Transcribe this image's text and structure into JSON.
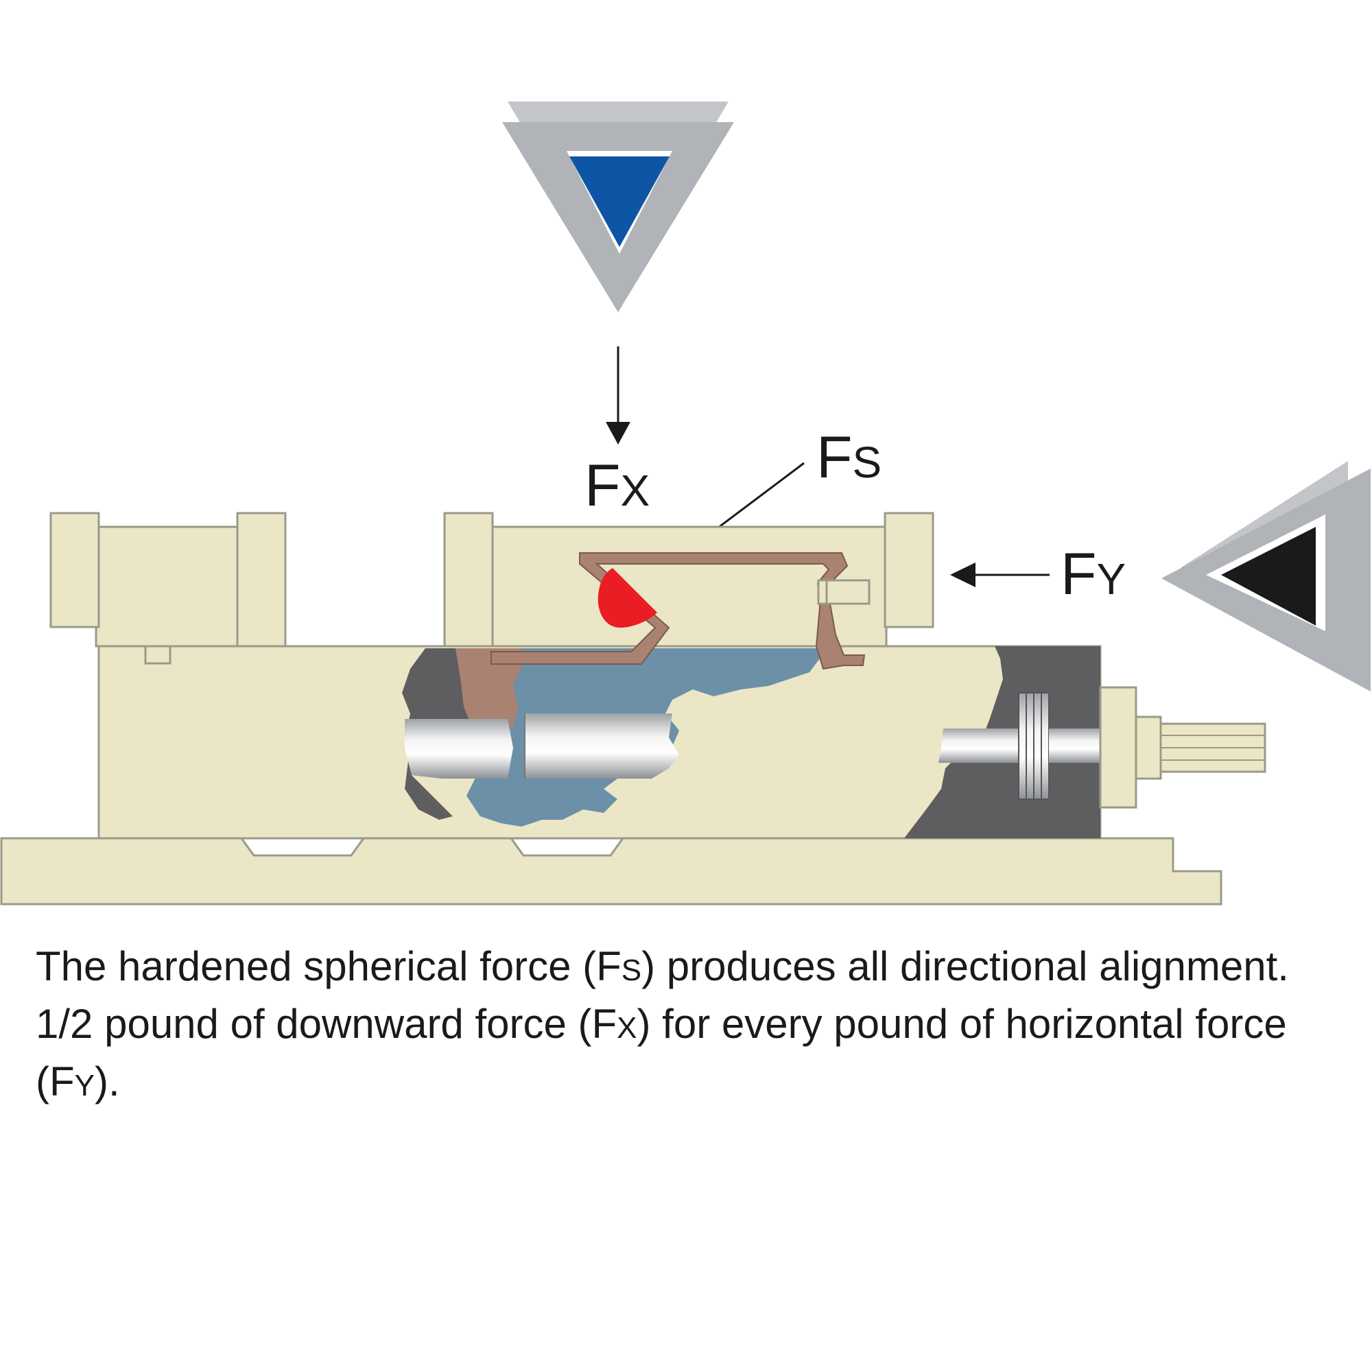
{
  "labels": {
    "fx": {
      "main": "F",
      "sub": "X"
    },
    "fs": {
      "main": "F",
      "sub": "S"
    },
    "fy": {
      "main": "F",
      "sub": "Y"
    }
  },
  "caption": {
    "part1": "The hardened spherical force (F",
    "sub_s": "S",
    "part2": ") produces all directional alignment. 1/2 pound of downward force (F",
    "sub_x": "X",
    "part3": ") for every pound of horizontal force (F",
    "sub_y": "Y",
    "part4": ")."
  },
  "colors": {
    "body": "#ebe6c6",
    "outline": "#9a9a8a",
    "cutaway_blue": "#6b90a8",
    "cutaway_brown": "#a98272",
    "cutaway_dark": "#5e5e60",
    "sphere_red": "#ea1c24",
    "indicator_gray": "#b4b7bc",
    "indicator_blue": "#0f55a5",
    "indicator_black": "#1a1a1a"
  },
  "icons": {
    "top_indicator": "down-triangle-blue-icon",
    "side_indicator": "left-triangle-black-icon"
  }
}
